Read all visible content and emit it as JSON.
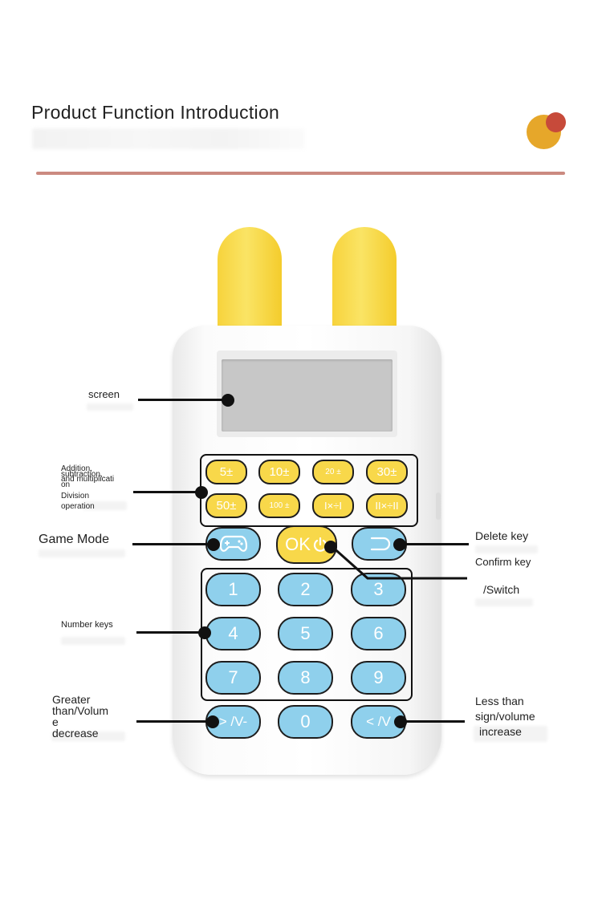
{
  "header": {
    "title": "Product Function Introduction"
  },
  "colors": {
    "accent_yellow": "#e6a72a",
    "accent_red": "#c74a3a",
    "divider": "#cb8a80",
    "key_yellow": "#f8d84a",
    "key_blue": "#8fd0ec",
    "ear_yellow": "#f7d33c"
  },
  "device": {
    "operation_keys": [
      "5±",
      "10±",
      "20 ±",
      "30±",
      "50±",
      "100 ±",
      "I×÷I",
      "II×÷II"
    ],
    "game_key_icon": "gamepad-icon",
    "ok_key": {
      "label": "OK",
      "icon": "power-icon"
    },
    "delete_key_icon": "return-arrow-icon",
    "number_keys": [
      "1",
      "2",
      "3",
      "4",
      "5",
      "6",
      "7",
      "8",
      "9"
    ],
    "bottom_keys": {
      "greater": "> /V-",
      "zero": "0",
      "less": "< /V"
    }
  },
  "labels": {
    "screen": "screen",
    "ops_line1": "Addition,",
    "ops_line2": "subtraction,",
    "ops_line3": "and multiplicati",
    "ops_line4": "on",
    "ops_line5": "Division",
    "ops_line6": "operation",
    "game_mode": "Game Mode",
    "delete_key": "Delete key",
    "confirm_key": "Confirm key",
    "switch": "/Switch",
    "number_keys": "Number keys",
    "greater_line1": "Greater",
    "greater_line2": "than/Volum",
    "greater_line3": "e",
    "greater_line4": "decrease",
    "less_line1": "Less than",
    "less_line2": "sign/volume",
    "less_line3": "increase"
  }
}
